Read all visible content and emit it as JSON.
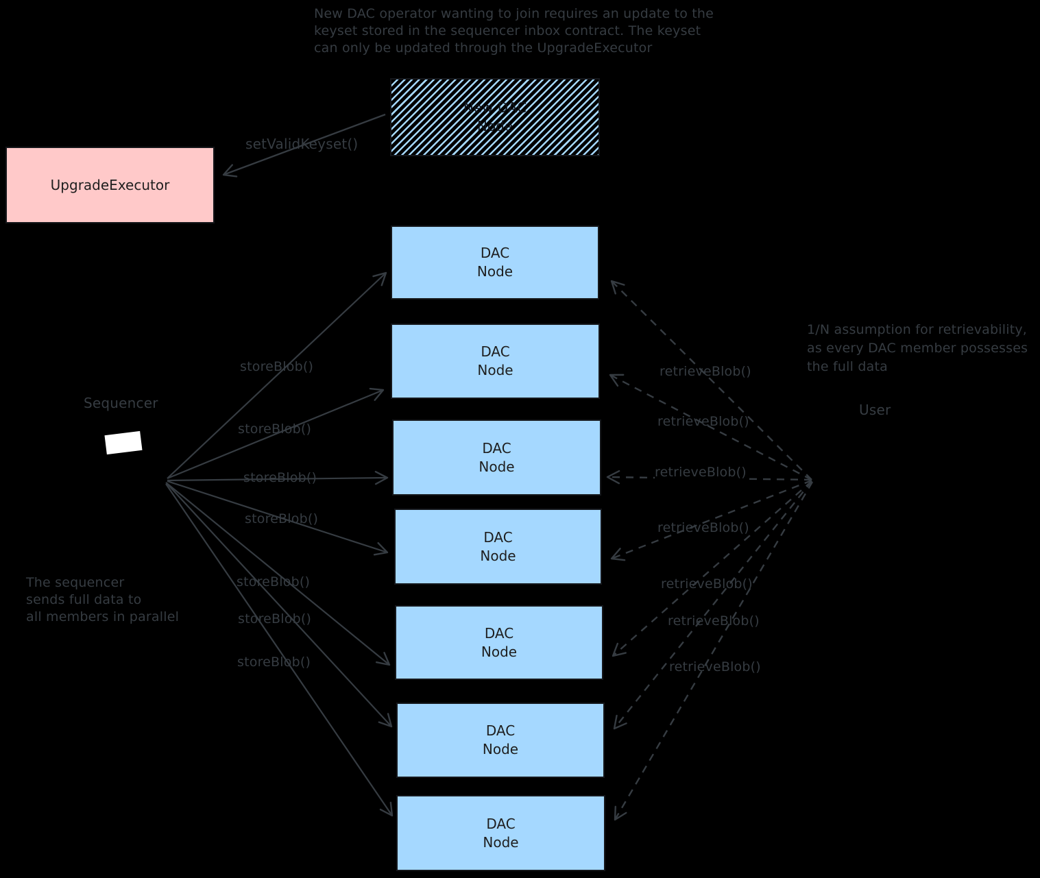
{
  "colors": {
    "background": "#000000",
    "dac_node_fill": "#a5d8ff",
    "upgrade_executor_fill": "#ffc9c9",
    "stroke": "#363c42",
    "box_text": "#1e1e1e"
  },
  "notes": {
    "top": "New DAC operator wanting to join requires an update to the\nkeyset stored in the sequencer inbox contract. The keyset\ncan only be updated through the UpgradeExecutor",
    "left": "The sequencer\nsends full data to\nall members in parallel",
    "right": "1/N assumption for retrievability,\nas every DAC member possesses\nthe full data"
  },
  "nodes": {
    "upgrade_executor": "UpgradeExecutor",
    "new_dac_node": "New DAC\nNode",
    "sequencer": "Sequencer",
    "user": "User",
    "dac_nodes": [
      "DAC\nNode",
      "DAC\nNode",
      "DAC\nNode",
      "DAC\nNode",
      "DAC\nNode",
      "DAC\nNode",
      "DAC\nNode"
    ]
  },
  "edges": {
    "set_valid_keyset": "setValidKeyset()",
    "store_labels": [
      "storeBlob()",
      "storeBlob()",
      "storeBlob()",
      "storeBlob()",
      "storeBlob()",
      "storeBlob()",
      "storeBlob()"
    ],
    "retrieve_labels": [
      "retrieveBlob()",
      "retrieveBlob()",
      "retrieveBlob()",
      "retrieveBlob()",
      "retrieveBlob()",
      "retrieveBlob()",
      "retrieveBlob()"
    ]
  }
}
